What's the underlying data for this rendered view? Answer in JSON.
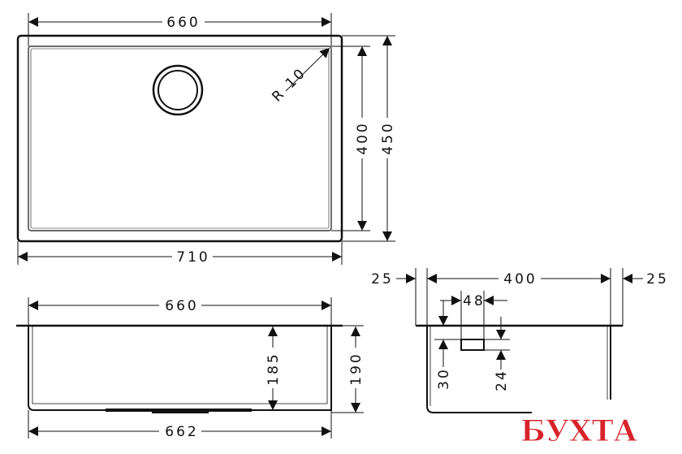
{
  "top_view": {
    "inner_width": "660",
    "outer_width": "710",
    "inner_depth": "400",
    "outer_depth": "450",
    "corner_radius": "R 10"
  },
  "front_view": {
    "top_width": "660",
    "bottom_width": "662",
    "inner_height": "185",
    "outer_height": "190"
  },
  "side_view": {
    "left_flange": "25",
    "depth": "400",
    "right_flange": "25",
    "overflow_width": "48",
    "overflow_offset": "30",
    "overflow_height": "24"
  },
  "watermark": {
    "text": "БУХТА",
    "color": "#d8232a"
  }
}
